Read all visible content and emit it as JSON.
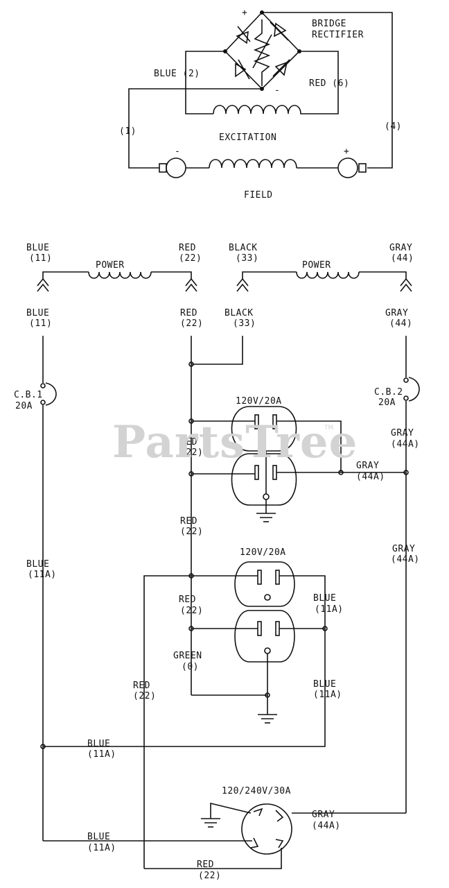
{
  "top_circuit": {
    "bridge_title_1": "BRIDGE",
    "bridge_title_2": "RECTIFIER",
    "plus": "+",
    "minus": "-",
    "blue2": "BLUE (2)",
    "red6": "RED (6)",
    "wire1": "(1)",
    "wire4": "(4)",
    "excitation": "EXCITATION",
    "field": "FIELD",
    "field_minus": "-",
    "field_plus": "+"
  },
  "power_winding_left": {
    "label": "POWER",
    "blue_top": "BLUE",
    "blue_top_num": "(11)",
    "red_top": "RED",
    "red_top_num": "(22)",
    "blue_bot": "BLUE",
    "blue_bot_num": "(11)",
    "red_bot": "RED",
    "red_bot_num": "(22)"
  },
  "power_winding_right": {
    "label": "POWER",
    "black_top": "BLACK",
    "black_top_num": "(33)",
    "gray_top": "GRAY",
    "gray_top_num": "(44)",
    "black_bot": "BLACK",
    "black_bot_num": "(33)",
    "gray_bot": "GRAY",
    "gray_bot_num": "(44)"
  },
  "breakers": {
    "cb1_name": "C.B.1",
    "cb1_rating": "20A",
    "cb2_name": "C.B.2",
    "cb2_rating": "20A"
  },
  "receptacle_1": {
    "rating": "120V/20A",
    "red": "RED",
    "red_num": "(22)",
    "gray_right": "GRAY",
    "gray_right_num": "(44A)",
    "gray_upper": "GRAY",
    "gray_upper_num": "(44A)"
  },
  "receptacle_2": {
    "rating": "120V/20A",
    "red_above": "RED",
    "red_above_num": "(22)",
    "red": "RED",
    "red_num": "(22)",
    "blue": "BLUE",
    "blue_num": "(11A)",
    "green": "GREEN",
    "green_num": "(0)",
    "blue_lower": "BLUE",
    "blue_lower_num": "(11A)"
  },
  "mid_wires": {
    "blue_left": "BLUE",
    "blue_left_num": "(11A)",
    "gray_right": "GRAY",
    "gray_right_num": "(44A)",
    "red_left": "RED",
    "red_left_num": "(22)",
    "blue_bus": "BLUE",
    "blue_bus_num": "(11A)"
  },
  "receptacle_3": {
    "rating": "120/240V/30A",
    "gray": "GRAY",
    "gray_num": "(44A)",
    "blue": "BLUE",
    "blue_num": "(11A)",
    "red": "RED",
    "red_num": "(22)"
  },
  "watermark": {
    "text": "PartsTree",
    "tm": "TM"
  }
}
